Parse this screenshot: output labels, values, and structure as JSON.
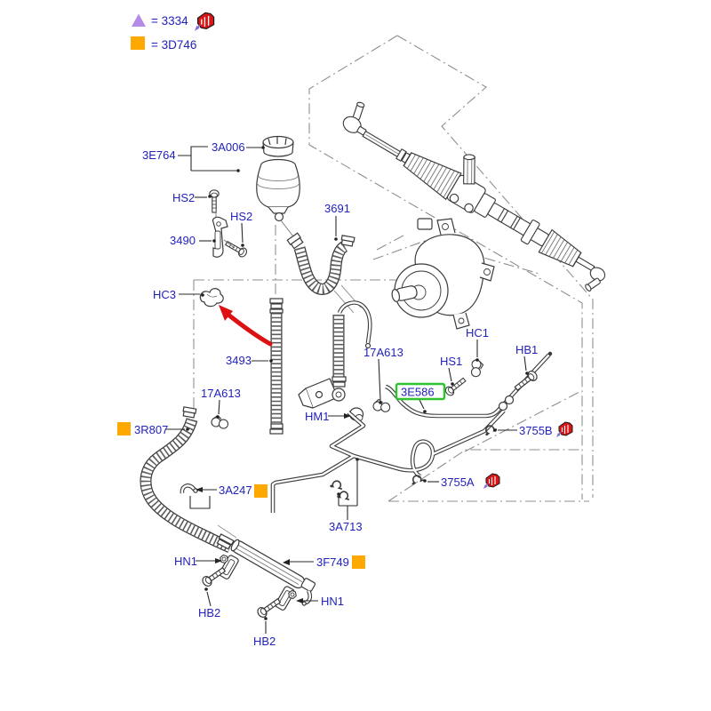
{
  "legend": {
    "items": [
      {
        "symbol": "triangle",
        "symbol_color": "#b48ce8",
        "label": "= 3334",
        "flag_icon": true
      },
      {
        "symbol": "square",
        "symbol_color": "#ffa800",
        "label": "= 3D746",
        "flag_icon": false
      }
    ]
  },
  "highlight": {
    "part": "3E586",
    "box_color": "#2fc42f"
  },
  "orange_marked_parts": [
    "3R807",
    "3A247",
    "3F749"
  ],
  "flag_marked_parts": [
    "3334",
    "3755B",
    "3755A"
  ],
  "colors": {
    "label_text": "#2222bb",
    "line": "#3a3a3a",
    "dash_border": "#8f8f8f",
    "highlight_green": "#2fc42f",
    "marker_orange": "#ffa800",
    "marker_purple": "#b48ce8",
    "flag_red": "#d81616",
    "arrow_red": "#dd1111"
  },
  "labels": {
    "l3e764": "3E764",
    "l3a006": "3A006",
    "lhs2a": "HS2",
    "lhs2b": "HS2",
    "l3490": "3490",
    "l3691": "3691",
    "lhc3": "HC3",
    "l3493": "3493",
    "l17a613a": "17A613",
    "l3r807": "3R807",
    "l3a247": "3A247",
    "lhm1": "HM1",
    "l17a613b": "17A613",
    "lhs1": "HS1",
    "lhc1": "HC1",
    "lhb1": "HB1",
    "l3e586": "3E586",
    "l3755b": "3755B",
    "l3755a": "3755A",
    "l3a713": "3A713",
    "l3f749": "3F749",
    "lhn1a": "HN1",
    "lhb2a": "HB2",
    "lhn1b": "HN1",
    "lhb2b": "HB2"
  }
}
